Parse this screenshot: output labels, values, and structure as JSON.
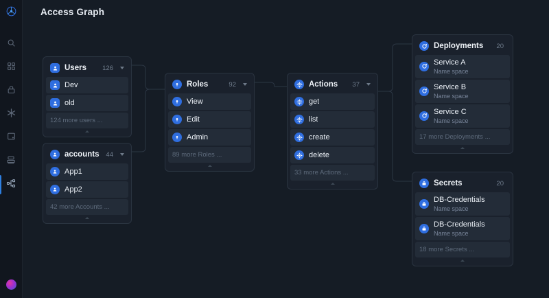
{
  "app": {
    "title": "Access Graph",
    "background": "#151c25",
    "accent": "#2f6ee0"
  },
  "sidebar": {
    "logo_icon": "atom-logo-icon",
    "items": [
      {
        "icon": "search-icon",
        "name": "sidebar-item-search",
        "active": false
      },
      {
        "icon": "grid-icon",
        "name": "sidebar-item-dashboard",
        "active": false
      },
      {
        "icon": "lock-icon",
        "name": "sidebar-item-security",
        "active": false
      },
      {
        "icon": "asterisk-icon",
        "name": "sidebar-item-clusters",
        "active": false
      },
      {
        "icon": "window-icon",
        "name": "sidebar-item-workloads",
        "active": false
      },
      {
        "icon": "server-icon",
        "name": "sidebar-item-servers",
        "active": false
      },
      {
        "icon": "topology-icon",
        "name": "sidebar-item-access-graph",
        "active": true
      }
    ],
    "avatar": "user-avatar"
  },
  "graph": {
    "nodes": [
      {
        "id": "users",
        "title": "Users",
        "count": "126",
        "icon": "user-badge-icon",
        "icon_shape": "square",
        "rows": [
          {
            "label": "Dev"
          },
          {
            "label": "old"
          }
        ],
        "more": "124 more users ..."
      },
      {
        "id": "accounts",
        "title": "accounts",
        "count": "44",
        "icon": "account-badge-icon",
        "icon_shape": "round",
        "rows": [
          {
            "label": "App1"
          },
          {
            "label": "App2"
          }
        ],
        "more": "42 more Accounts ..."
      },
      {
        "id": "roles",
        "title": "Roles",
        "count": "92",
        "icon": "role-badge-icon",
        "icon_shape": "round",
        "rows": [
          {
            "label": "View"
          },
          {
            "label": "Edit"
          },
          {
            "label": "Admin"
          }
        ],
        "more": "89 more Roles ..."
      },
      {
        "id": "actions",
        "title": "Actions",
        "count": "37",
        "icon": "kubernetes-badge-icon",
        "icon_shape": "round",
        "rows": [
          {
            "label": "get"
          },
          {
            "label": "list"
          },
          {
            "label": "create"
          },
          {
            "label": "delete"
          }
        ],
        "more": "33 more Actions ..."
      },
      {
        "id": "deployments",
        "title": "Deployments",
        "count": "20",
        "icon": "deployment-badge-icon",
        "icon_shape": "round",
        "rows": [
          {
            "label": "Service A",
            "sub": "Name space"
          },
          {
            "label": "Service B",
            "sub": "Name space"
          },
          {
            "label": "Service C",
            "sub": "Name space"
          }
        ],
        "more": "17 more Deployments ..."
      },
      {
        "id": "secrets",
        "title": "Secrets",
        "count": "20",
        "icon": "secret-badge-icon",
        "icon_shape": "round",
        "rows": [
          {
            "label": "DB-Credentials",
            "sub": "Name space"
          },
          {
            "label": "DB-Credentials",
            "sub": "Name space"
          }
        ],
        "more": "18 more Secrets ..."
      }
    ]
  }
}
